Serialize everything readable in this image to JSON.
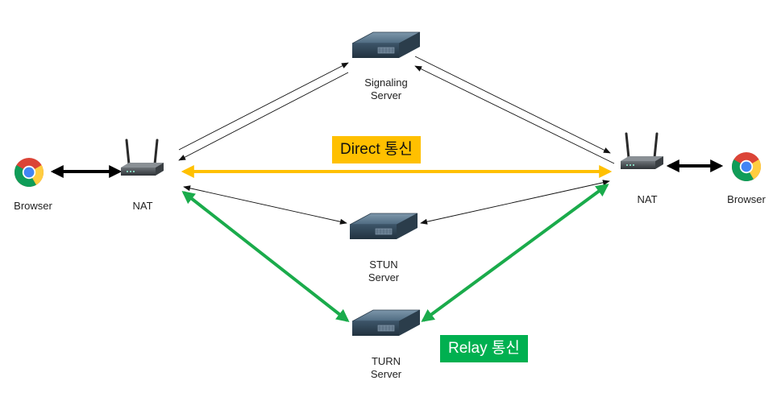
{
  "nodes": {
    "browser_left": {
      "label": "Browser"
    },
    "nat_left": {
      "label": "NAT"
    },
    "signaling": {
      "label_line1": "Signaling",
      "label_line2": "Server"
    },
    "stun": {
      "label_line1": "STUN",
      "label_line2": "Server"
    },
    "turn": {
      "label_line1": "TURN",
      "label_line2": "Server"
    },
    "nat_right": {
      "label": "NAT"
    },
    "browser_right": {
      "label": "Browser"
    }
  },
  "badges": {
    "direct": {
      "text": "Direct 통신",
      "color": "#ffc000"
    },
    "relay": {
      "text": "Relay 통신",
      "color": "#00b050"
    }
  },
  "colors": {
    "direct_arrow": "#ffc000",
    "relay_arrow": "#1aab4b",
    "control_arrow": "#111111"
  },
  "icons": {
    "browser": "chrome-icon",
    "nat": "router-icon",
    "server": "server-icon"
  }
}
